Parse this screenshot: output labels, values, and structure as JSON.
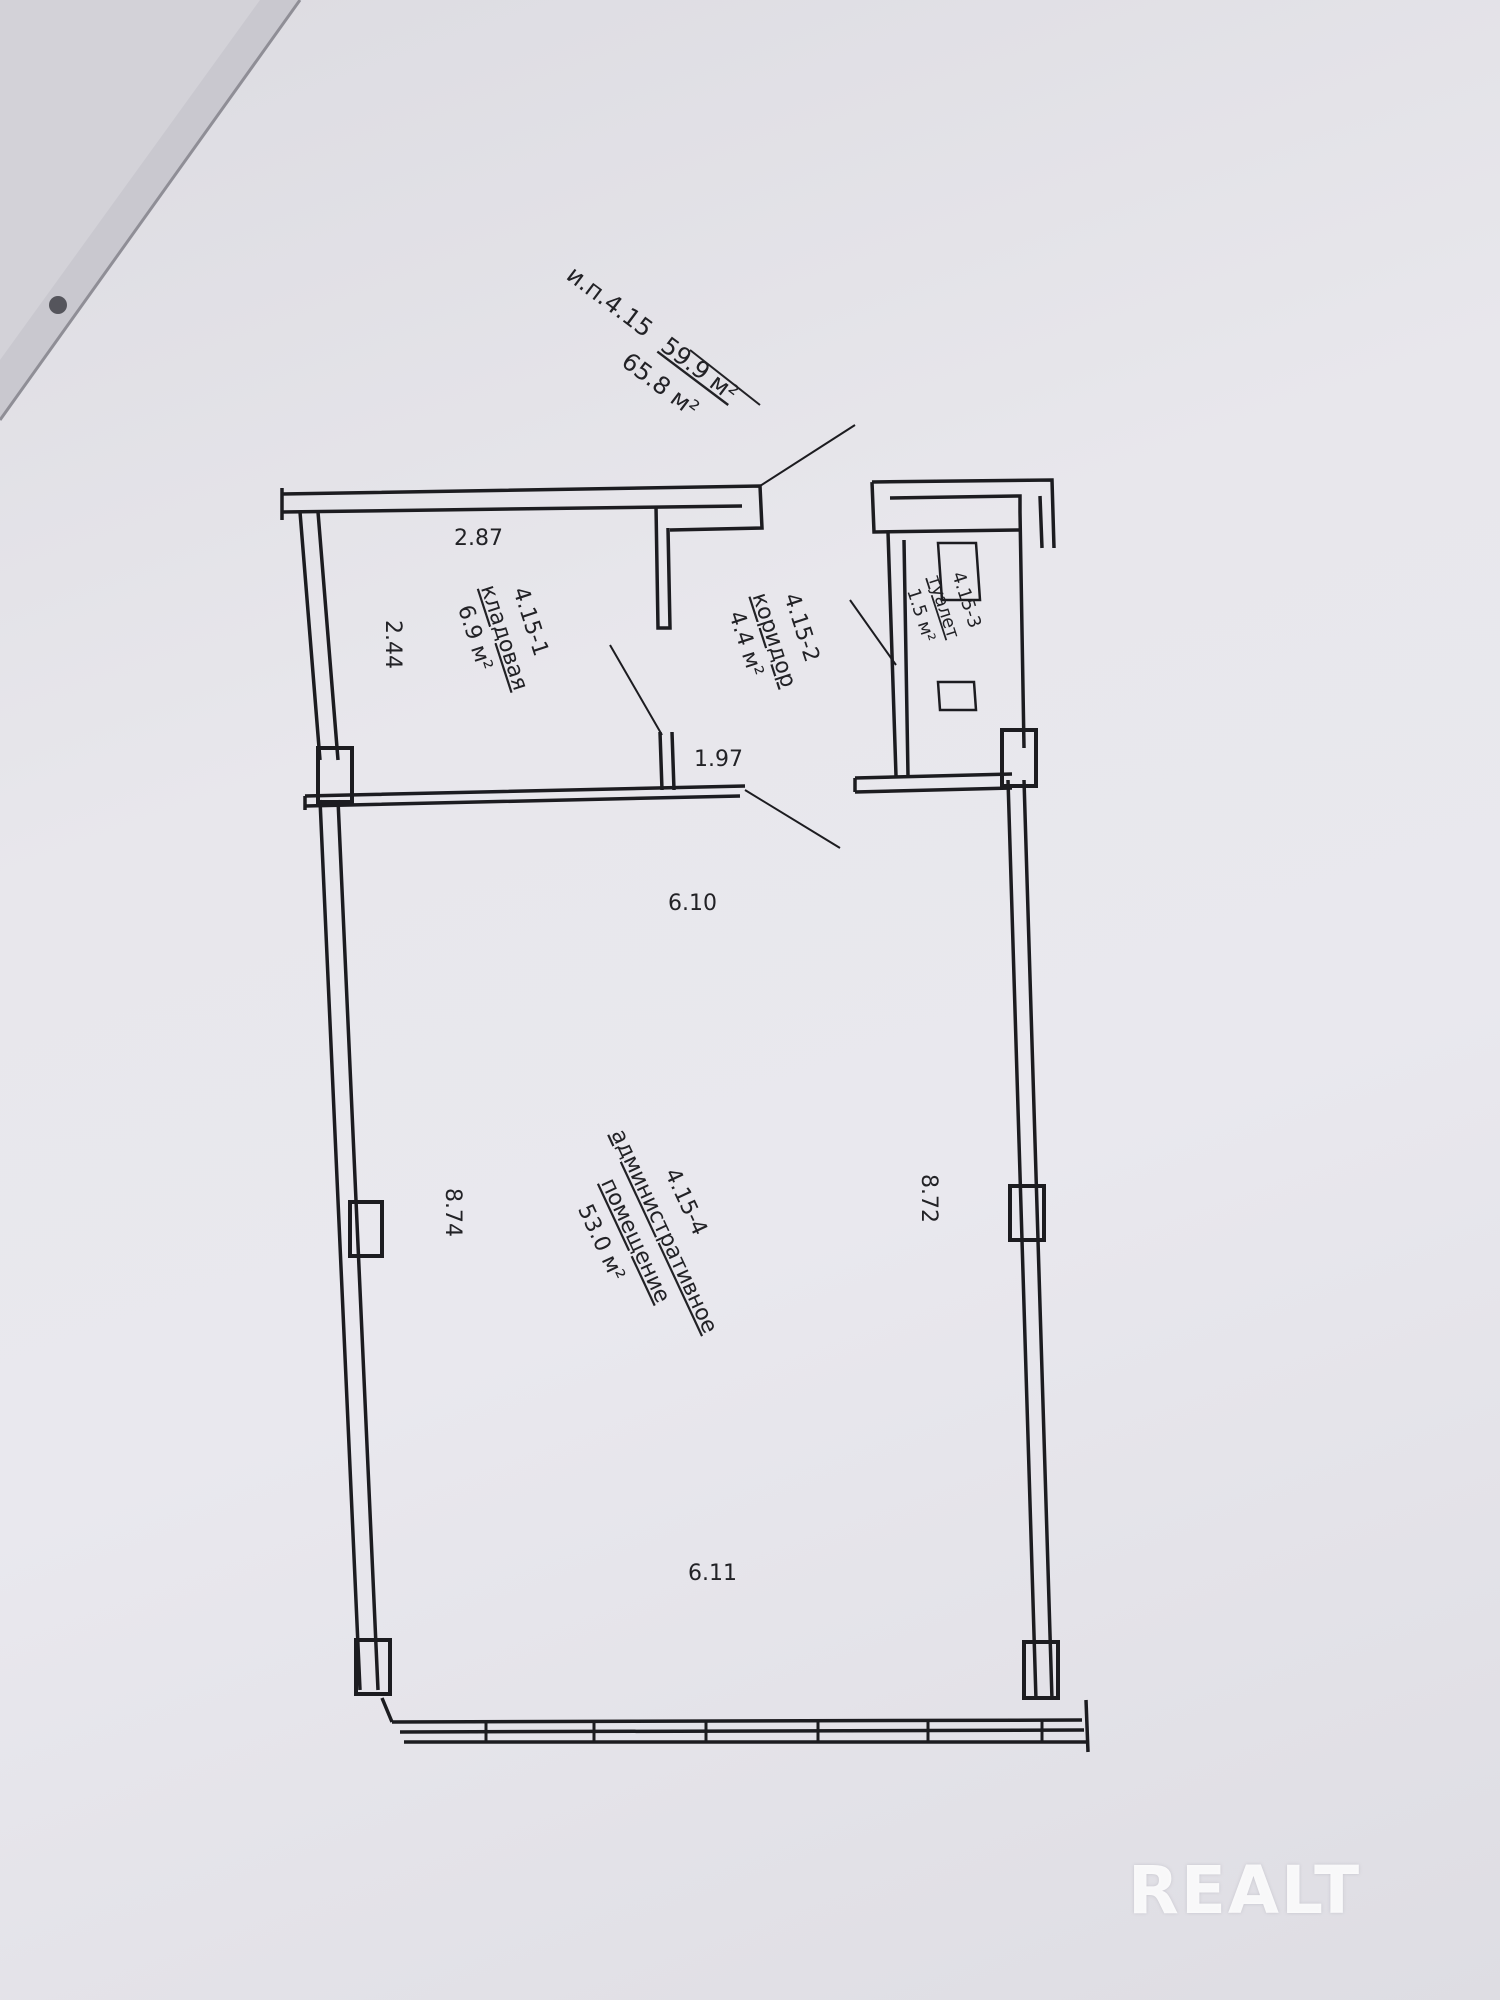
{
  "unit": {
    "code": "и.п.4.15",
    "area_living": "59.9 м²",
    "area_total": "65.8 м²"
  },
  "rooms": [
    {
      "id": "r1",
      "code": "4.15-1",
      "name": "кладовая",
      "area": "6.9 м²"
    },
    {
      "id": "r2",
      "code": "4.15-2",
      "name": "коридор",
      "area": "4.4 м²"
    },
    {
      "id": "r3",
      "code": "4.15-3",
      "name": "туалет",
      "area": "1.5 м²"
    },
    {
      "id": "r4",
      "code": "4.15-4",
      "name_line1": "административное",
      "name_line2": "помещение",
      "area": "53.0 м²"
    }
  ],
  "dimensions": {
    "top_storage": "2.87",
    "left_storage": "2.44",
    "storage_bottom": "1.97",
    "main_top": "6.10",
    "main_left": "8.74",
    "main_right": "8.72",
    "main_bottom": "6.11"
  },
  "watermark": {
    "main": "REALT"
  },
  "colors": {
    "paper": "#e6e5ea",
    "ink": "#222226"
  }
}
